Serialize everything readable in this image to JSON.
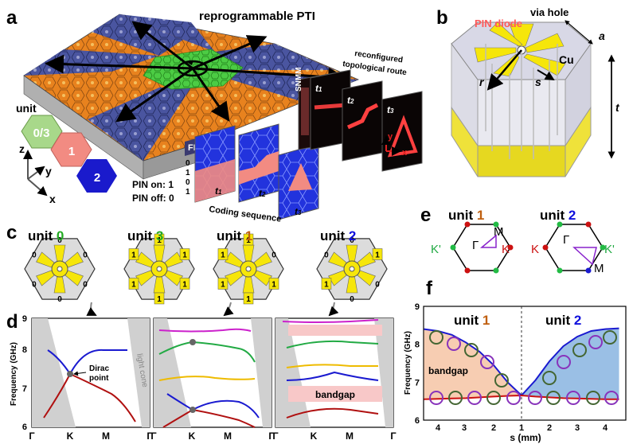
{
  "panels": {
    "a": "a",
    "b": "b",
    "c": "c",
    "d": "d",
    "e": "e",
    "f": "f"
  },
  "panel_a": {
    "title": "reprogrammable PTI",
    "unit_label": "unit",
    "units": [
      "0/3",
      "1",
      "2"
    ],
    "axes": [
      "z",
      "y",
      "x"
    ],
    "fpga": "FPGA",
    "snmm": "SNMM",
    "reconfig_line1": "reconfigured",
    "reconfig_line2": "topological route",
    "times": [
      "t",
      "t",
      "t"
    ],
    "time_subs": [
      "1",
      "2",
      "3"
    ],
    "pin_on": "PIN on: 1",
    "pin_off": "PIN off: 0",
    "coding": "Coding sequence",
    "bits": [
      "0",
      "1",
      "0",
      "1"
    ],
    "field_axes": [
      "y",
      "x"
    ]
  },
  "panel_b": {
    "pin_diode": "PIN diode",
    "via_hole": "via hole",
    "cu": "Cu",
    "a": "a",
    "r": "r",
    "s": "s",
    "t": "t"
  },
  "panel_c": {
    "units": [
      {
        "word": "unit",
        "id": "0",
        "color": "#22aa22"
      },
      {
        "word": "unit",
        "id": "3",
        "color": "#22aa22"
      },
      {
        "word": "unit",
        "id": "1",
        "color": "#c06010"
      },
      {
        "word": "unit",
        "id": "2",
        "color": "#1010dd"
      }
    ]
  },
  "panel_d": {
    "ylabel": "Frequency (GHz)",
    "yticks": [
      "9",
      "8",
      "7",
      "6"
    ],
    "xticks": [
      "Γ",
      "K",
      "M",
      "Γ"
    ],
    "dirac": [
      "Dirac",
      "point"
    ],
    "light_cone": "light cone",
    "bandgap": "bandgap"
  },
  "panel_e": {
    "units": [
      {
        "word": "unit",
        "id": "1",
        "color": "#c06010"
      },
      {
        "word": "unit",
        "id": "2",
        "color": "#1010dd"
      }
    ],
    "points": [
      "Γ",
      "M",
      "K",
      "K'"
    ]
  },
  "panel_f": {
    "ylabel": "Frequency (GHz)",
    "xlabel": "s (mm)",
    "yticks": [
      "9",
      "8",
      "7",
      "6"
    ],
    "xticks": [
      "4",
      "3",
      "2",
      "1",
      "2",
      "3",
      "4"
    ],
    "unit1": {
      "word": "unit",
      "id": "1"
    },
    "unit2": {
      "word": "unit",
      "id": "2"
    },
    "bandgap": "bandgap"
  },
  "chart_data": [
    {
      "type": "line",
      "panel": "f",
      "x": [
        4.5,
        4,
        3.5,
        3,
        2.5,
        2,
        1.5,
        1,
        1,
        1.5,
        2,
        2.5,
        3,
        3.5,
        4,
        4.5
      ],
      "series": [
        {
          "color": "#1a1ad0",
          "values": [
            8.4,
            8.35,
            8.25,
            8.05,
            7.8,
            7.45,
            7.0,
            6.65,
            6.65,
            7.05,
            7.55,
            7.95,
            8.2,
            8.35,
            8.4,
            8.42
          ]
        },
        {
          "color": "#cc1111",
          "values": [
            6.55,
            6.56,
            6.57,
            6.58,
            6.6,
            6.62,
            6.64,
            6.65,
            6.65,
            6.62,
            6.6,
            6.58,
            6.57,
            6.56,
            6.55,
            6.55
          ]
        }
      ],
      "ylim": [
        6,
        9
      ],
      "grid": false
    }
  ],
  "colors": {
    "orange": "#e8821e",
    "blue": "#3d4fa8",
    "green": "#3cc83c",
    "pink": "#f28b82",
    "navy": "#1a1acc",
    "yellow": "#f6e60a",
    "gray": "#d8d8d8"
  }
}
